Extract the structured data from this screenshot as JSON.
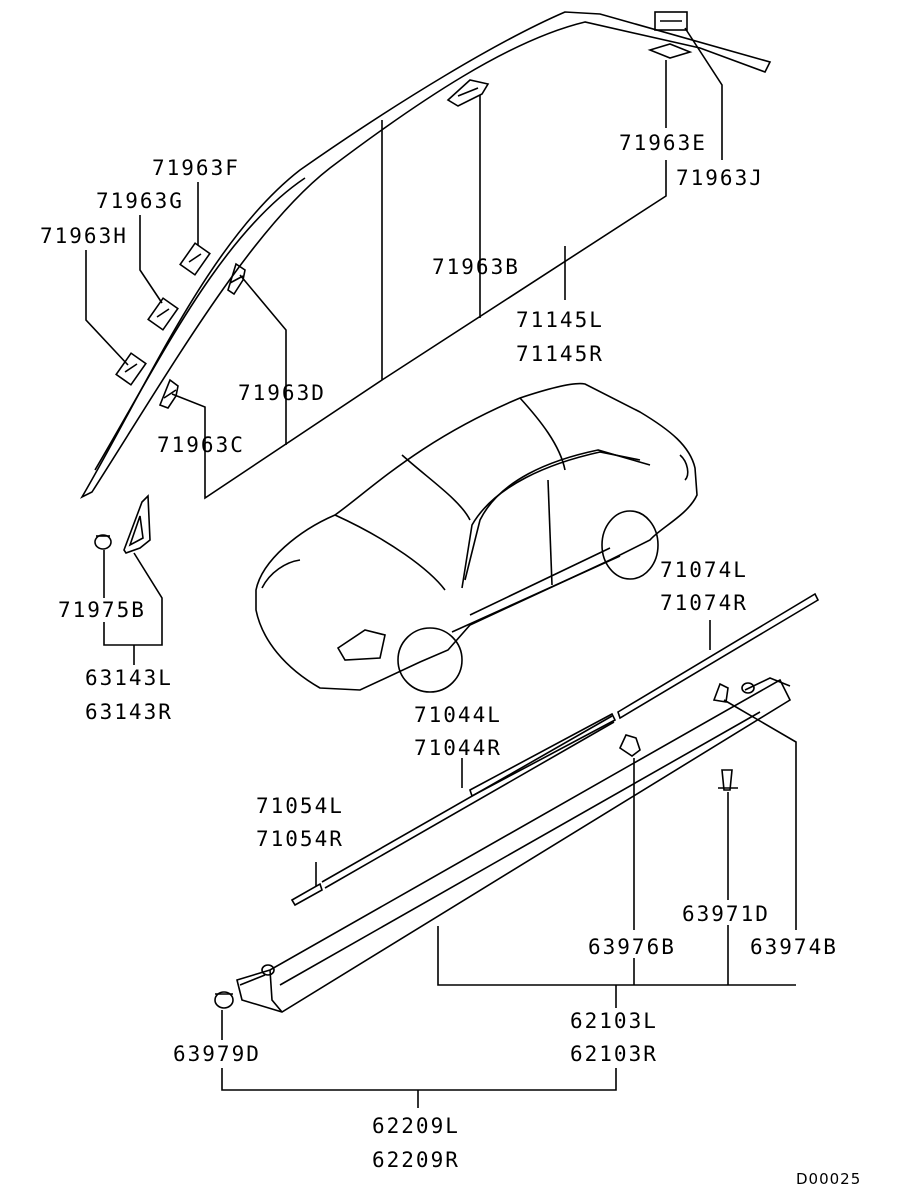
{
  "colors": {
    "line": "#000000",
    "background": "#ffffff"
  },
  "diagram_code": "D00025",
  "callouts": {
    "c71963F": "71963F",
    "c71963G": "71963G",
    "c71963H": "71963H",
    "c71963E": "71963E",
    "c71963J": "71963J",
    "c71963B": "71963B",
    "c71145L": "71145L",
    "c71145R": "71145R",
    "c71963D": "71963D",
    "c71963C": "71963C",
    "c71975B": "71975B",
    "c63143L": "63143L",
    "c63143R": "63143R",
    "c71074L": "71074L",
    "c71074R": "71074R",
    "c71044L": "71044L",
    "c71044R": "71044R",
    "c71054L": "71054L",
    "c71054R": "71054R",
    "c63971D": "63971D",
    "c63976B": "63976B",
    "c63974B": "63974B",
    "c62103L": "62103L",
    "c62103R": "62103R",
    "c63979D": "63979D",
    "c62209L": "62209L",
    "c62209R": "62209R"
  }
}
